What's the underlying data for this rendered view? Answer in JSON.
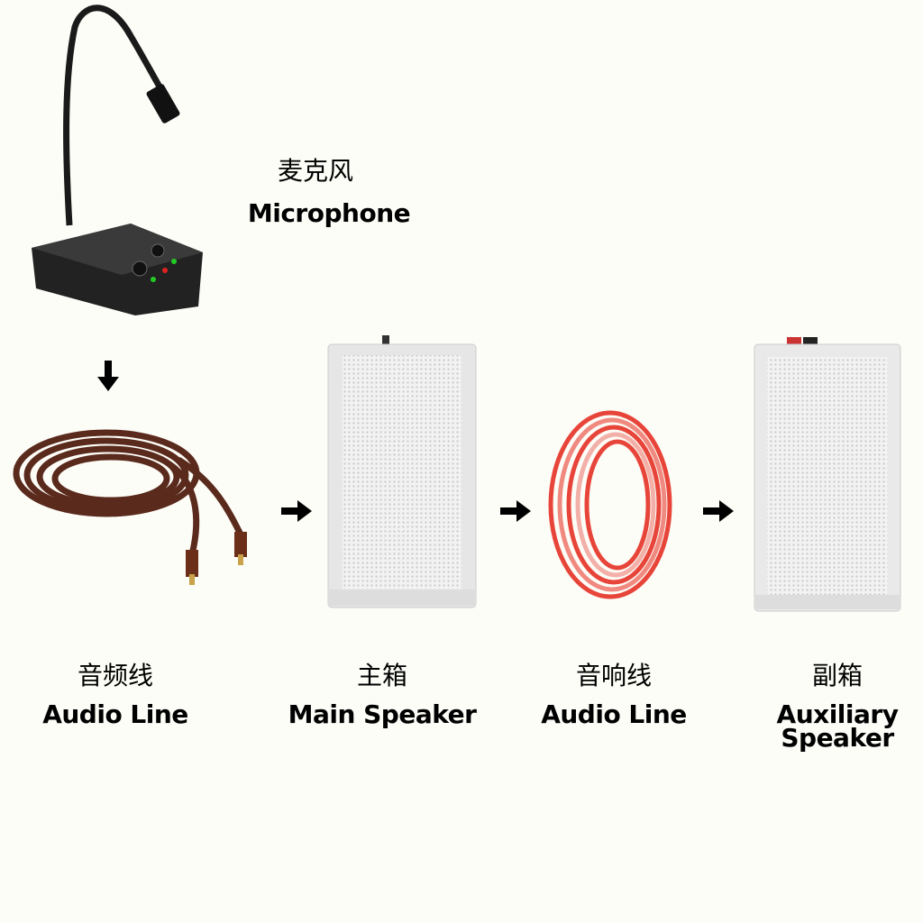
{
  "microphone": {
    "zh": "麦克风",
    "en": "Microphone"
  },
  "steps": [
    {
      "zh": "音频线",
      "en": "Audio Line"
    },
    {
      "zh": "主箱",
      "en": "Main Speaker"
    },
    {
      "zh": "音响线",
      "en": "Audio Line"
    },
    {
      "zh": "副箱",
      "en": "Auxiliary Speaker"
    }
  ],
  "colors": {
    "background": "#fdfdf8",
    "arrow": "#000000",
    "speaker": "#eeeeee",
    "red_cable": "#e8453a",
    "brown_cable": "#5a2a1c"
  }
}
